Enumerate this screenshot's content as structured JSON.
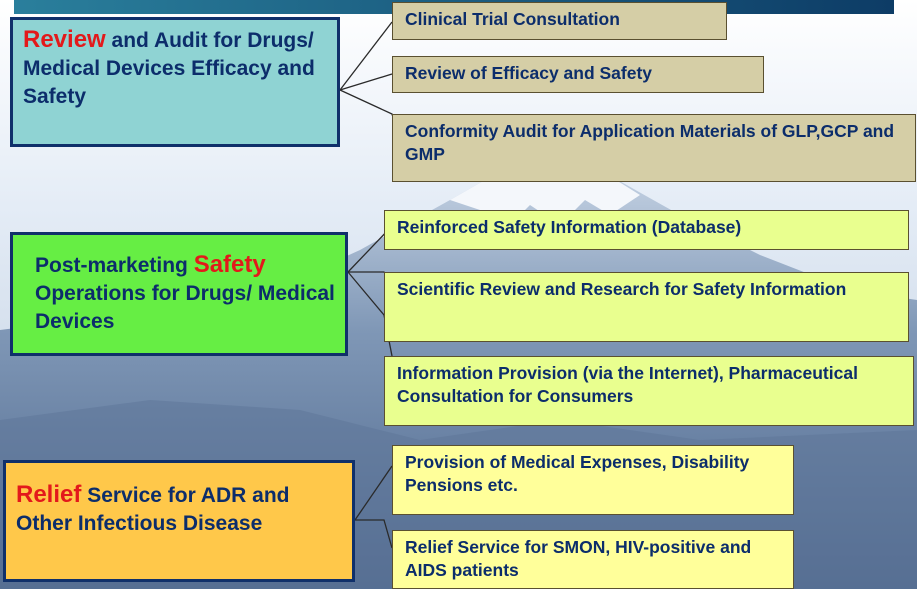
{
  "categories": [
    {
      "highlight": "Review",
      "rest": " and Audit for Drugs/ Medical Devices Efficacy and Safety"
    },
    {
      "before": "Post-marketing ",
      "highlight": "Safety",
      "after": " Operations for Drugs/ Medical Devices"
    },
    {
      "highlight": "Relief",
      "rest": " Service for ADR and  Other Infectious Disease"
    }
  ],
  "review_items": [
    "Clinical Trial Consultation",
    "Review of Efficacy and Safety",
    "Conformity Audit for Application Materials of GLP,GCP and GMP"
  ],
  "safety_items": [
    "Reinforced Safety Information (Database)",
    "Scientific Review and Research for Safety Information",
    "Information Provision (via the Internet), Pharmaceutical Consultation for Consumers"
  ],
  "relief_items": [
    "Provision of  Medical Expenses, Disability Pensions etc.",
    "Relief Service for SMON, HIV-positive and AIDS patients"
  ],
  "colors": {
    "review_box": "#8fd3d3",
    "safety_box": "#66ee44",
    "relief_box": "#ffc84a",
    "highlight_text": "#e3191b",
    "body_text": "#0c2d6b"
  }
}
